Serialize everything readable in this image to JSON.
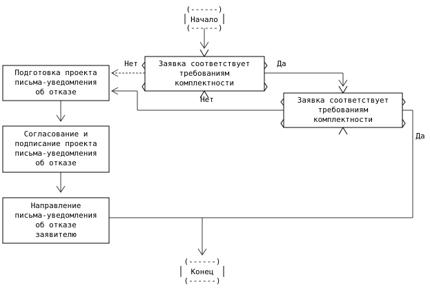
{
  "nodes": {
    "start": {
      "text": [
        "Начало"
      ],
      "deco_top": "(------)",
      "deco_bottom": "(------)"
    },
    "decision_1": {
      "text": [
        "Заявка соответствует",
        "требованиям",
        "комплектности"
      ]
    },
    "decision_2": {
      "text": [
        "Заявка соответствует",
        "требованиям",
        "комплектности"
      ]
    },
    "prepare": {
      "text": [
        "Подготовка проекта",
        "письма-уведомления",
        "об отказе"
      ]
    },
    "approve": {
      "text": [
        "Согласование и",
        "подписание проекта",
        "письма-уведомления",
        "об отказе"
      ]
    },
    "send": {
      "text": [
        "Направление",
        "письма-уведомления",
        "об отказе",
        "заявителю"
      ]
    },
    "end": {
      "text": [
        "Конец"
      ],
      "deco_top": "(------)",
      "deco_bottom": "(------)"
    }
  },
  "edges": {
    "d1_no": "Нет",
    "d1_yes": "Да",
    "d2_no": "Нет",
    "d2_yes": "Да"
  },
  "colors": {
    "line": "#333333",
    "stroke": "#000000",
    "fill": "#ffffff"
  }
}
